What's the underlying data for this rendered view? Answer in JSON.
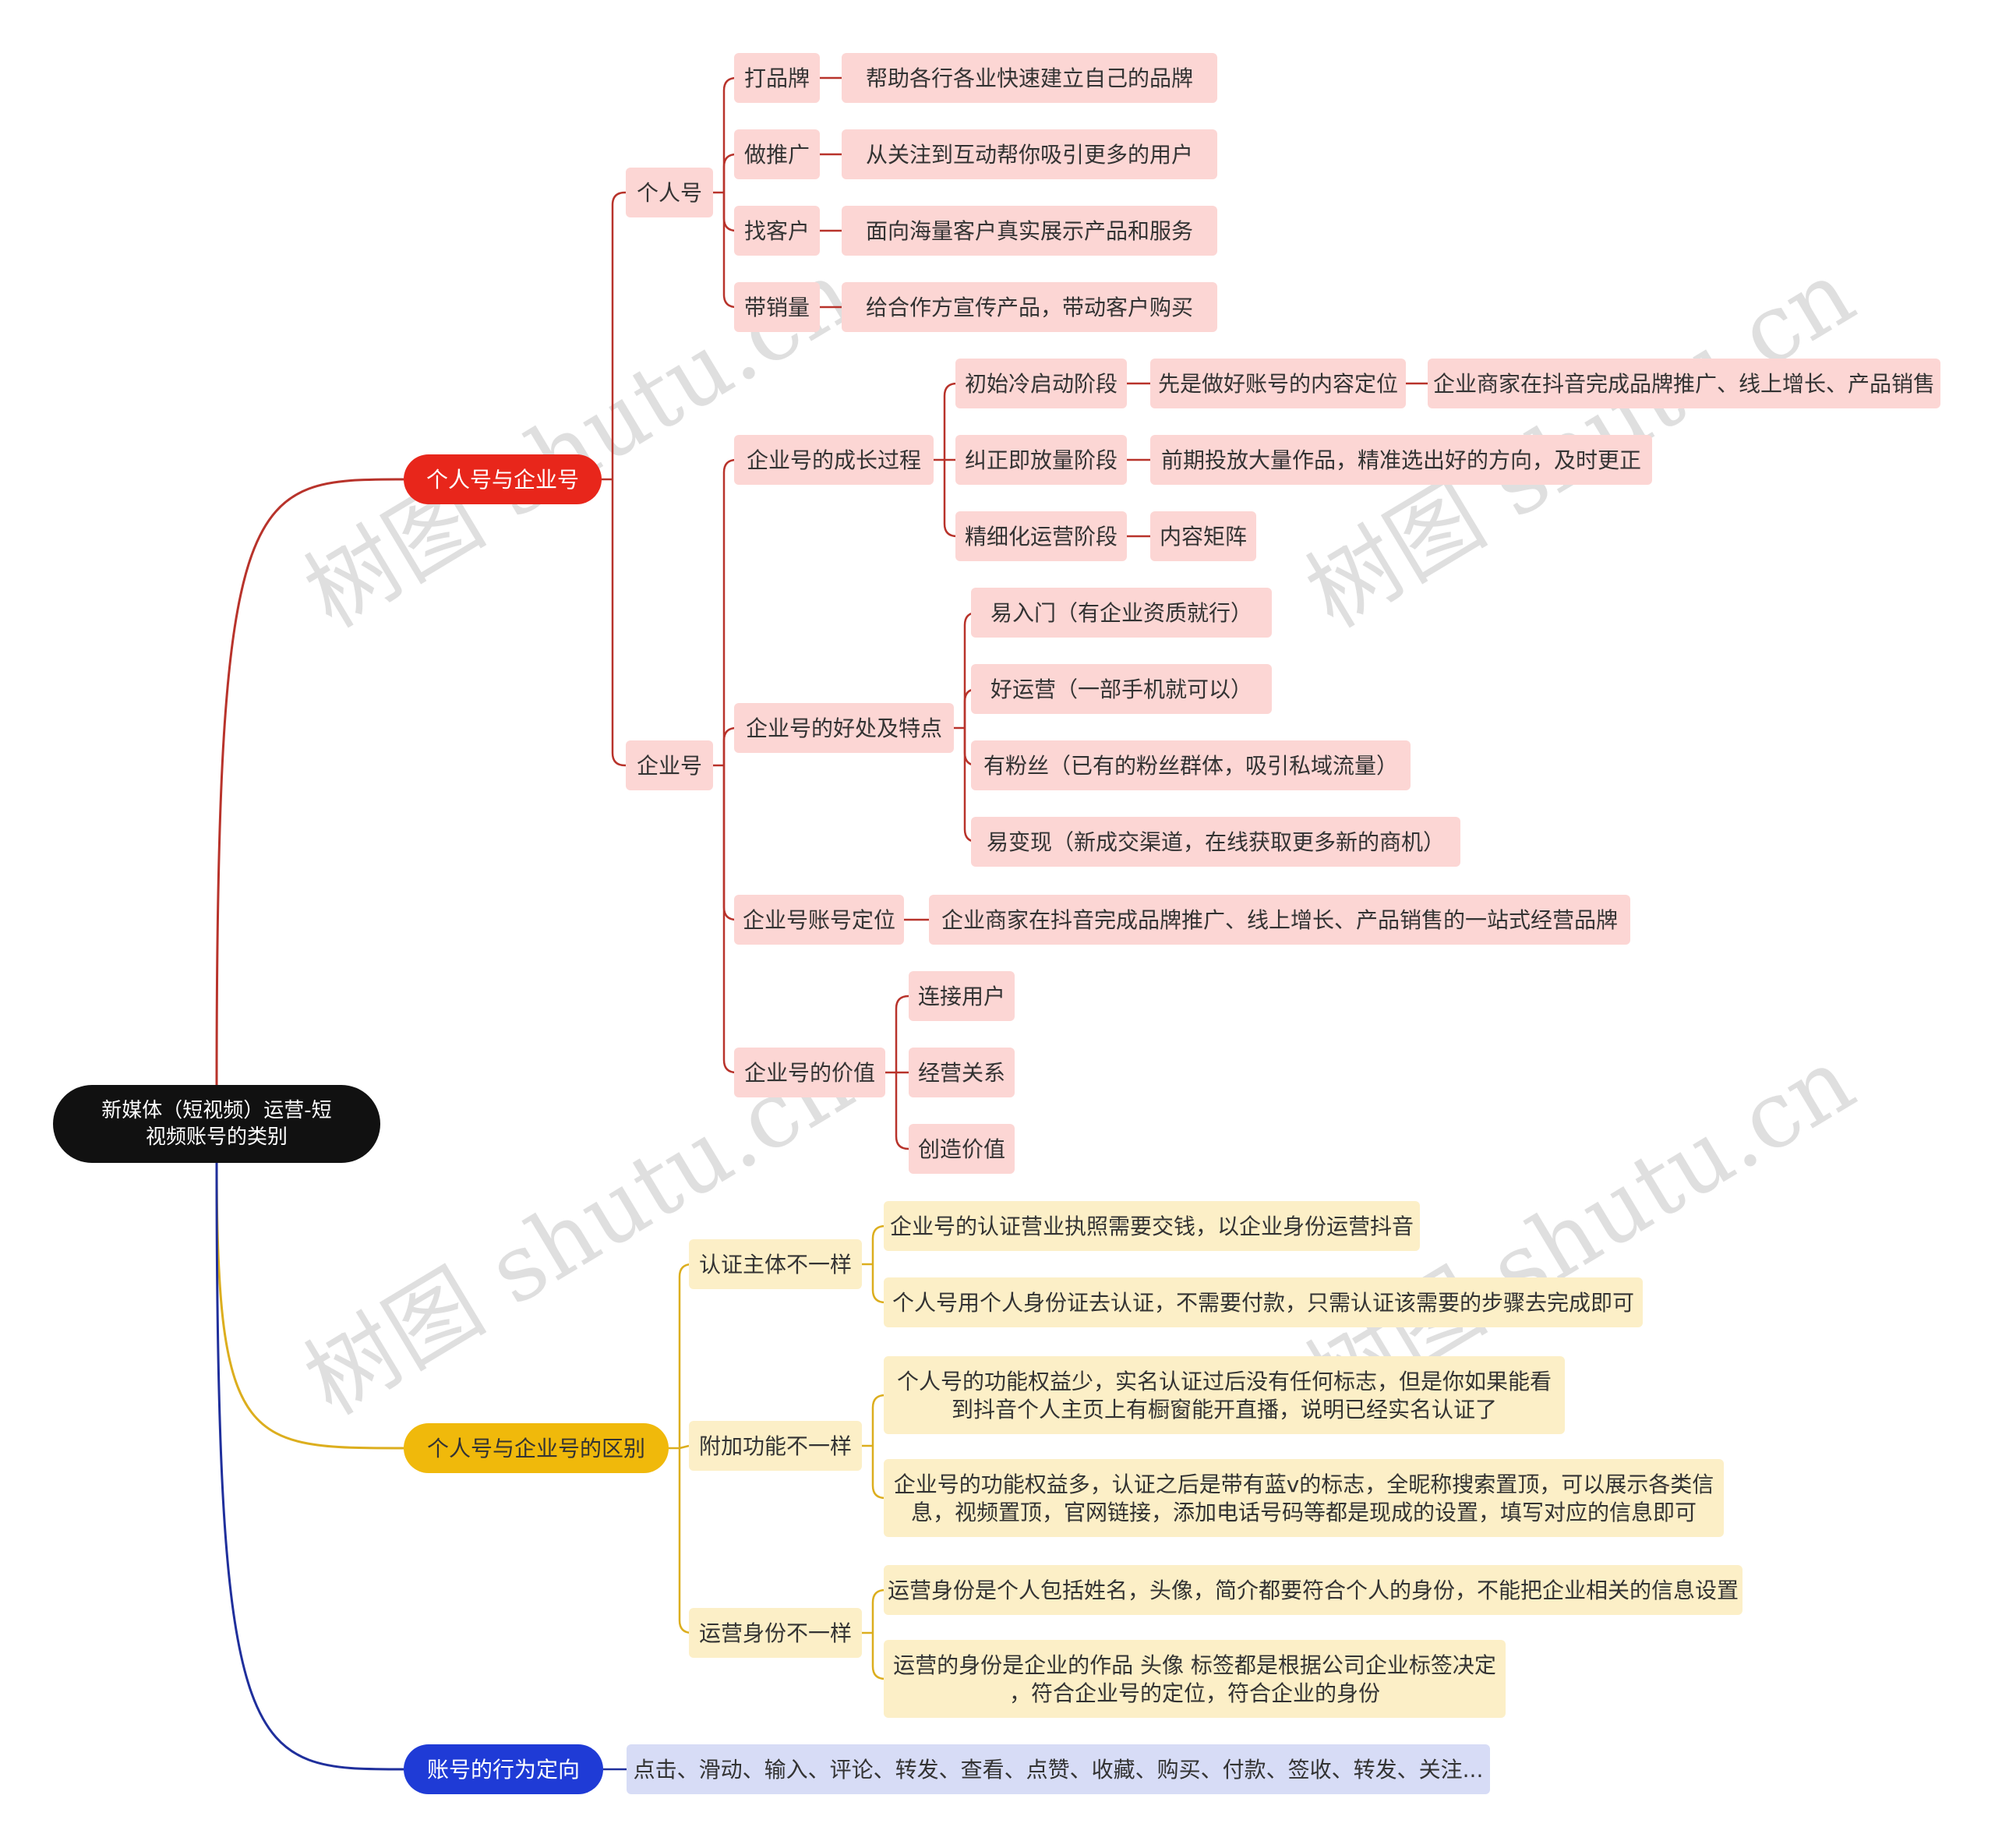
{
  "watermark": "树图 shutu.cn",
  "colors": {
    "root_fill": "#111111",
    "root_text": "#ffffff",
    "red": "#e8261b",
    "red_tint": "#fcd6d4",
    "red_line": "#b8332b",
    "yellow": "#f0b90b",
    "yellow_tint": "#fcefc7",
    "yellow_line": "#dcae1e",
    "blue": "#1f3bd6",
    "blue_tint": "#d7dcf6",
    "blue_line": "#1f2f9c",
    "text_dark": "#333333",
    "text_light": "#ffffff"
  },
  "root": {
    "label": "新媒体（短视频）运营-短\n视频账号的类别",
    "children": [
      {
        "label": "个人号与企业号",
        "theme": "red",
        "children": [
          {
            "label": "个人号",
            "children": [
              {
                "label": "打品牌",
                "children": [
                  {
                    "label": "帮助各行各业快速建立自己的品牌"
                  }
                ]
              },
              {
                "label": "做推广",
                "children": [
                  {
                    "label": "从关注到互动帮你吸引更多的用户"
                  }
                ]
              },
              {
                "label": "找客户",
                "children": [
                  {
                    "label": "面向海量客户真实展示产品和服务"
                  }
                ]
              },
              {
                "label": "带销量",
                "children": [
                  {
                    "label": "给合作方宣传产品，带动客户购买"
                  }
                ]
              }
            ]
          },
          {
            "label": "企业号",
            "children": [
              {
                "label": "企业号的成长过程",
                "children": [
                  {
                    "label": "初始冷启动阶段",
                    "children": [
                      {
                        "label": "先是做好账号的内容定位",
                        "children": [
                          {
                            "label": "企业商家在抖音完成品牌推广、线上增长、产品销售"
                          }
                        ]
                      }
                    ]
                  },
                  {
                    "label": "纠正即放量阶段",
                    "children": [
                      {
                        "label": "前期投放大量作品，精准选出好的方向，及时更正"
                      }
                    ]
                  },
                  {
                    "label": "精细化运营阶段",
                    "children": [
                      {
                        "label": "内容矩阵"
                      }
                    ]
                  }
                ]
              },
              {
                "label": "企业号的好处及特点",
                "children": [
                  {
                    "label": "易入门（有企业资质就行）"
                  },
                  {
                    "label": "好运营（一部手机就可以）"
                  },
                  {
                    "label": "有粉丝（已有的粉丝群体，吸引私域流量）"
                  },
                  {
                    "label": "易变现（新成交渠道，在线获取更多新的商机）"
                  }
                ]
              },
              {
                "label": "企业号账号定位",
                "children": [
                  {
                    "label": "企业商家在抖音完成品牌推广、线上增长、产品销售的一站式经营品牌"
                  }
                ]
              },
              {
                "label": "企业号的价值",
                "children": [
                  {
                    "label": "连接用户"
                  },
                  {
                    "label": "经营关系"
                  },
                  {
                    "label": "创造价值"
                  }
                ]
              }
            ]
          }
        ]
      },
      {
        "label": "个人号与企业号的区别",
        "theme": "yellow",
        "children": [
          {
            "label": "认证主体不一样",
            "children": [
              {
                "label": "企业号的认证营业执照需要交钱，以企业身份运营抖音"
              },
              {
                "label": "个人号用个人身份证去认证，不需要付款，只需认证该需要的步骤去完成即可"
              }
            ]
          },
          {
            "label": "附加功能不一样",
            "children": [
              {
                "label": "个人号的功能权益少，实名认证过后没有任何标志，但是你如果能看\n到抖音个人主页上有橱窗能开直播，说明已经实名认证了"
              },
              {
                "label": "企业号的功能权益多，认证之后是带有蓝v的标志，全昵称搜索置顶，可以展示各类信\n息，视频置顶，官网链接，添加电话号码等都是现成的设置，填写对应的信息即可"
              }
            ]
          },
          {
            "label": "运营身份不一样",
            "children": [
              {
                "label": "运营身份是个人包括姓名，头像，简介都要符合个人的身份，不能把企业相关的信息设置"
              },
              {
                "label": "运营的身份是企业的作品 头像 标签都是根据公司企业标签决定\n，符合企业号的定位，符合企业的身份"
              }
            ]
          }
        ]
      },
      {
        "label": "账号的行为定向",
        "theme": "blue",
        "children": [
          {
            "label": "点击、滑动、输入、评论、转发、查看、点赞、收藏、购买、付款、签收、转发、关注..."
          }
        ]
      }
    ]
  }
}
